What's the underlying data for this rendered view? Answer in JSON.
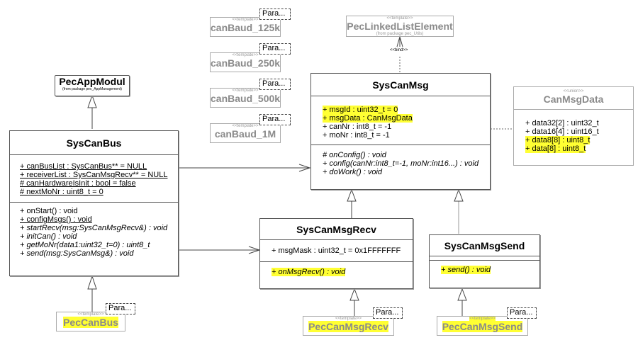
{
  "templates": {
    "baud": [
      {
        "stereotype": "<<template>>",
        "name": "canBaud_125k",
        "param": "Para..."
      },
      {
        "stereotype": "<<template>>",
        "name": "canBaud_250k",
        "param": "Para..."
      },
      {
        "stereotype": "<<template>>",
        "name": "canBaud_500k",
        "param": "Para..."
      },
      {
        "stereotype": "<<template>>",
        "name": "canBaud_1M",
        "param": "Para..."
      }
    ],
    "pecCanBus": {
      "stereotype": "<<template>>",
      "name": "PecCanBus",
      "param": "Para..."
    },
    "pecCanMsgRecv": {
      "stereotype": "<<template>>",
      "name": "PecCanMsgRecv",
      "param": "Para..."
    },
    "pecCanMsgSend": {
      "stereotype": "<<template>>",
      "name": "PecCanMsgSend",
      "param": "Para..."
    }
  },
  "pecLinkedListElement": {
    "stereotype": "<<template>>",
    "name": "PecLinkedListElement",
    "package": "(from package pec_Utils)",
    "bind_label": "<<bind>>"
  },
  "pecAppModul": {
    "name": "PecAppModul",
    "package": "(from package pec_AppManagement)"
  },
  "sysCanBus": {
    "name": "SysCanBus",
    "attributes": [
      "+ canBusList : SysCanBus** = NULL",
      "+ receiverList : SysCanMsgRecv** = NULL",
      "# canHardwareIsInit : bool = false",
      "# nextMoNr : uint8_t = 0"
    ],
    "operations": [
      "+ onStart() : void",
      "+ configMsgs() : void",
      "+ startRecv(msg:SysCanMsgRecv&) : void",
      "+ initCan() : void",
      "+ getMoNr(data1:uint32_t=0) : uint8_t",
      "+ send(msg:SysCanMsg&) : void"
    ]
  },
  "sysCanMsg": {
    "name": "SysCanMsg",
    "attributes": [
      "+ msgId : uint32_t = 0",
      "+ msgData : CanMsgData",
      "+ canNr : int8_t = -1",
      "+ moNr : int8_t = -1"
    ],
    "operations": [
      "# onConfig() : void",
      "+ config(canNr:int8_t=-1, moNr:int16...) : void",
      "+ doWork() : void"
    ]
  },
  "canMsgData": {
    "stereotype": "<<union>>",
    "name": "CanMsgData",
    "attributes": [
      "+ data32[2] : uint32_t",
      "+ data16[4] : uint16_t",
      "+ data8[8] : uint8_t",
      "+ data[8] : uint8_t"
    ]
  },
  "sysCanMsgRecv": {
    "name": "SysCanMsgRecv",
    "attributes": [
      "+ msgMask : uint32_t = 0x1FFFFFFF"
    ],
    "operations": [
      "+ onMsgRecv() : void"
    ]
  },
  "sysCanMsgSend": {
    "name": "SysCanMsgSend",
    "operations": [
      "+ send() : void"
    ]
  },
  "colors": {
    "highlight": "#ffff33",
    "line": "#555555",
    "template_gray": "#8a8a8a"
  }
}
